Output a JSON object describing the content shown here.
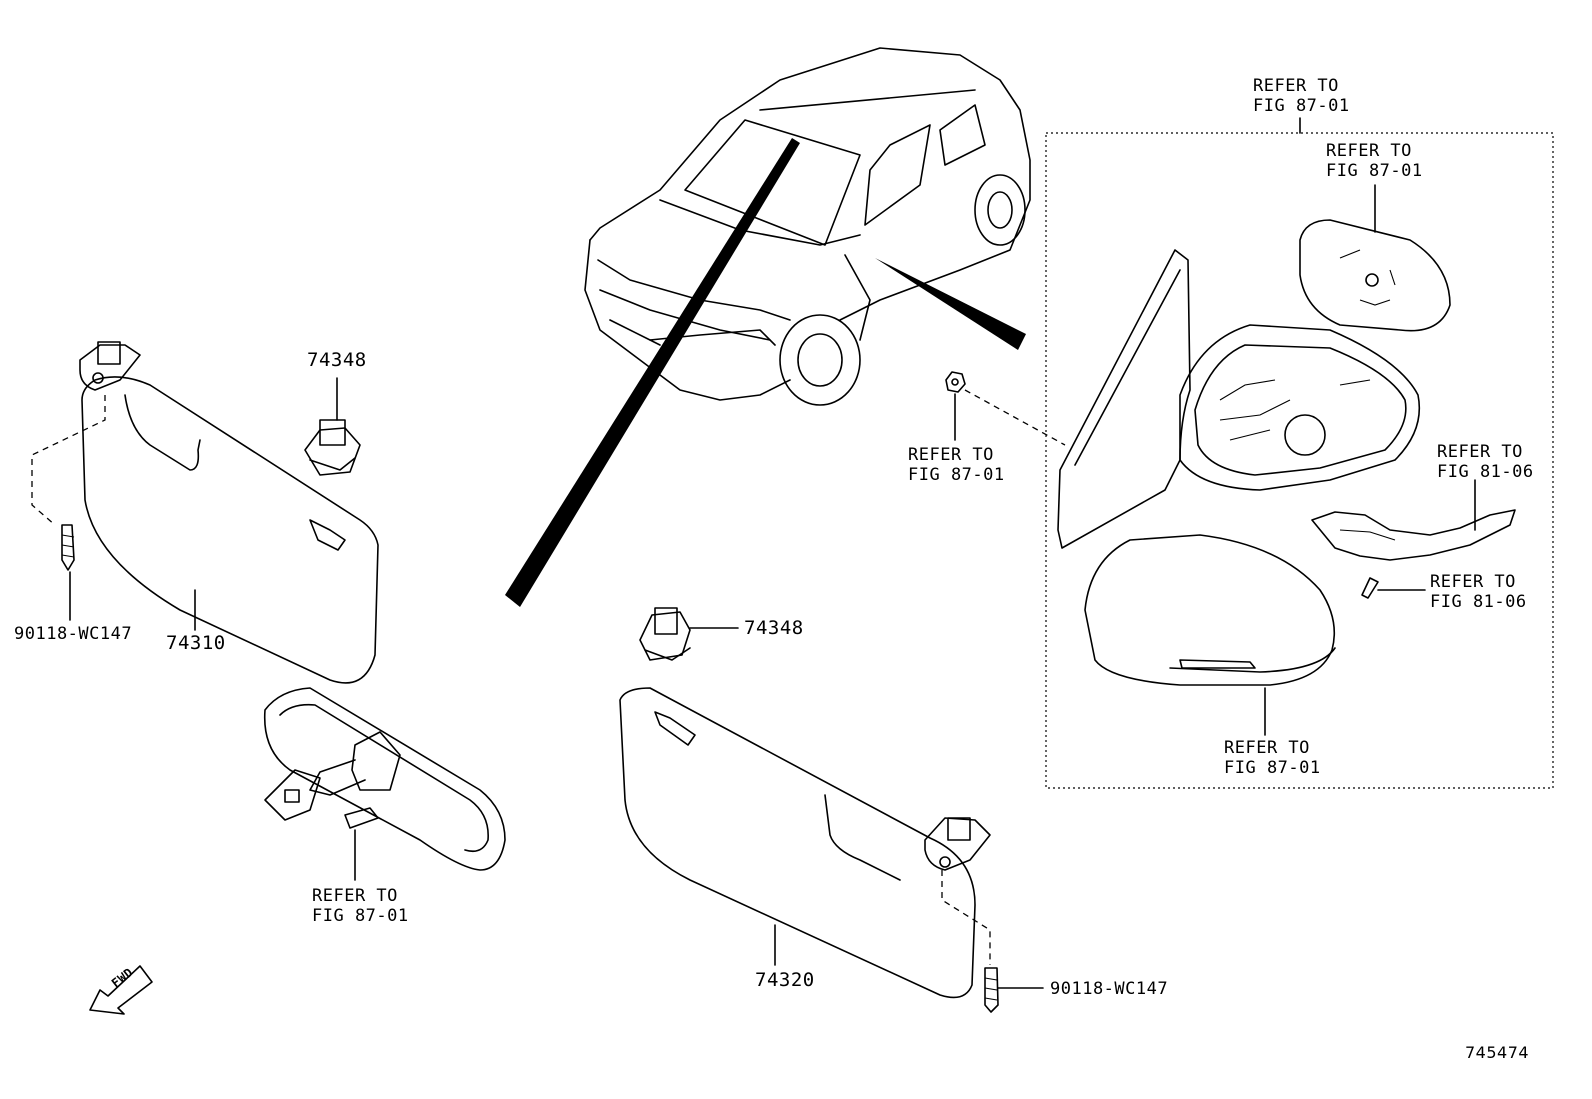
{
  "labels": {
    "part_74348_top": "74348",
    "part_74348_mid": "74348",
    "part_74310": "74310",
    "part_74320": "74320",
    "screw_left": "90118-WC147",
    "screw_right": "90118-WC147",
    "refer_mirror_top_1": "REFER TO",
    "refer_mirror_top_2": "FIG 87-01",
    "refer_glass_1": "REFER TO",
    "refer_glass_2": "FIG 87-01",
    "refer_nut_1": "REFER TO",
    "refer_nut_2": "FIG 87-01",
    "refer_turn_1": "REFER TO",
    "refer_turn_2": "FIG 81-06",
    "refer_screw_1": "REFER TO",
    "refer_screw_2": "FIG 81-06",
    "refer_cover_1": "REFER TO",
    "refer_cover_2": "FIG 87-01",
    "refer_inner_1": "REFER TO",
    "refer_inner_2": "FIG 87-01",
    "fwd_arrow": "FWD",
    "figure_id": "745474"
  }
}
